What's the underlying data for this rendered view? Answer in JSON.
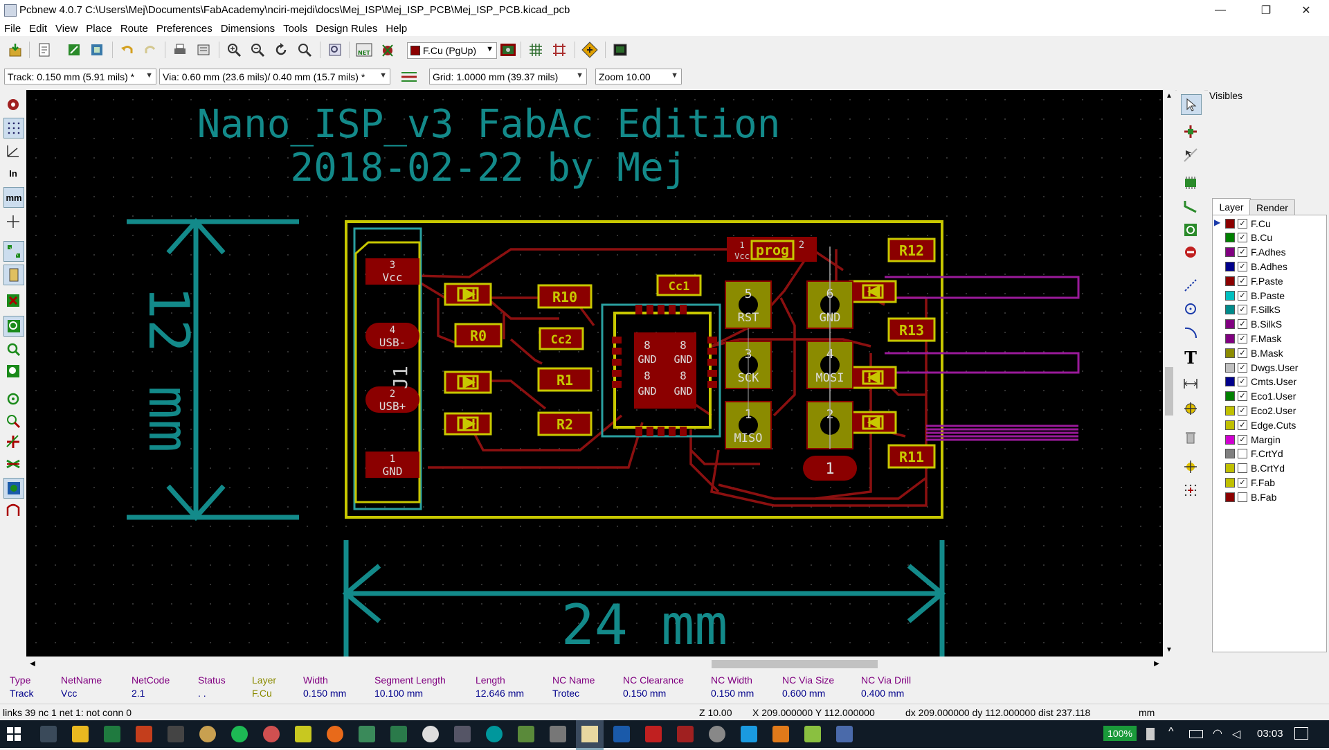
{
  "window": {
    "title": "Pcbnew 4.0.7 C:\\Users\\Mej\\Documents\\FabAcademy\\nciri-mejdi\\docs\\Mej_ISP\\Mej_ISP_PCB\\Mej_ISP_PCB.kicad_pcb",
    "minimize": "—",
    "maximize": "❐",
    "close": "✕"
  },
  "menu": [
    "File",
    "Edit",
    "View",
    "Place",
    "Route",
    "Preferences",
    "Dimensions",
    "Tools",
    "Design Rules",
    "Help"
  ],
  "toolbar": {
    "layer_selector": "F.Cu (PgUp)",
    "layer_color": "#8b0000"
  },
  "options": {
    "track": "Track: 0.150 mm (5.91 mils) *",
    "via": "Via: 0.60 mm (23.6 mils)/ 0.40 mm (15.7 mils) *",
    "grid": "Grid: 1.0000 mm (39.37 mils)",
    "zoom": "Zoom 10.00"
  },
  "left_toolbar": {
    "units_in": "In",
    "units_mm": "mm"
  },
  "board": {
    "title_line1": "Nano_ISP_v3  FabAc Edition",
    "title_line2": "2018-02-22 by Mej",
    "dim_vertical": "12 mm",
    "dim_horizontal": "24 mm",
    "connector": [
      {
        "num": "3",
        "name": "Vcc"
      },
      {
        "num": "4",
        "name": "USB-"
      },
      {
        "num": "2",
        "name": "USB+"
      },
      {
        "num": "1",
        "name": "GND"
      }
    ],
    "connector_ref": "J1",
    "resistors": [
      "R10",
      "R0",
      "R1",
      "R2",
      "Cc2",
      "Cc1",
      "R12",
      "R13",
      "R11"
    ],
    "ic_pins": [
      "8",
      "8",
      "8",
      "8"
    ],
    "ic_nets": [
      "GND",
      "GND",
      "GND",
      "GND"
    ],
    "isp_pads": [
      {
        "num": "5",
        "name": "RST"
      },
      {
        "num": "6",
        "name": "GND"
      },
      {
        "num": "3",
        "name": "SCK"
      },
      {
        "num": "4",
        "name": "MOSI"
      },
      {
        "num": "1",
        "name": "MISO"
      },
      {
        "num": "2",
        "name": ""
      }
    ],
    "jumper": "prog",
    "jumper_pin1": "1",
    "jumper_pin2": "2",
    "jumper_net": "Vcc",
    "bottom_pad": "1"
  },
  "layers_panel": {
    "title": "Visibles",
    "tab_layer": "Layer",
    "tab_render": "Render",
    "layers": [
      {
        "name": "F.Cu",
        "color": "#8b0000",
        "checked": true
      },
      {
        "name": "B.Cu",
        "color": "#008000",
        "checked": true
      },
      {
        "name": "F.Adhes",
        "color": "#800080",
        "checked": true
      },
      {
        "name": "B.Adhes",
        "color": "#00008b",
        "checked": true
      },
      {
        "name": "F.Paste",
        "color": "#8b0000",
        "checked": true
      },
      {
        "name": "B.Paste",
        "color": "#00c0c0",
        "checked": true
      },
      {
        "name": "F.SilkS",
        "color": "#008b8b",
        "checked": true
      },
      {
        "name": "B.SilkS",
        "color": "#800080",
        "checked": true
      },
      {
        "name": "F.Mask",
        "color": "#800080",
        "checked": true
      },
      {
        "name": "B.Mask",
        "color": "#8b8b00",
        "checked": true
      },
      {
        "name": "Dwgs.User",
        "color": "#c0c0c0",
        "checked": true
      },
      {
        "name": "Cmts.User",
        "color": "#00008b",
        "checked": true
      },
      {
        "name": "Eco1.User",
        "color": "#008000",
        "checked": true
      },
      {
        "name": "Eco2.User",
        "color": "#c0c000",
        "checked": true
      },
      {
        "name": "Edge.Cuts",
        "color": "#c0c000",
        "checked": true
      },
      {
        "name": "Margin",
        "color": "#d000d0",
        "checked": true
      },
      {
        "name": "F.CrtYd",
        "color": "#808080",
        "checked": false
      },
      {
        "name": "B.CrtYd",
        "color": "#c0c000",
        "checked": false
      },
      {
        "name": "F.Fab",
        "color": "#c0c000",
        "checked": true
      },
      {
        "name": "B.Fab",
        "color": "#8b0000",
        "checked": false
      }
    ]
  },
  "message_panel": [
    {
      "header": "Type",
      "value": "Track"
    },
    {
      "header": "NetName",
      "value": "Vcc"
    },
    {
      "header": "NetCode",
      "value": "2.1"
    },
    {
      "header": "Status",
      "value": ". ."
    },
    {
      "header": "Layer",
      "value": "F.Cu"
    },
    {
      "header": "Width",
      "value": "0.150 mm"
    },
    {
      "header": "Segment Length",
      "value": "10.100 mm"
    },
    {
      "header": "Length",
      "value": "12.646 mm"
    },
    {
      "header": "NC Name",
      "value": "Trotec"
    },
    {
      "header": "NC Clearance",
      "value": "0.150 mm"
    },
    {
      "header": "NC Width",
      "value": "0.150 mm"
    },
    {
      "header": "NC Via Size",
      "value": "0.600 mm"
    },
    {
      "header": "NC Via Drill",
      "value": "0.400 mm"
    }
  ],
  "status": {
    "links": "links 39 nc 1  net 1: not conn 0",
    "zoom": "Z 10.00",
    "xy": "X 209.000000  Y 112.000000",
    "dxy": "dx 209.000000  dy 112.000000  dist 237.118",
    "units": "mm"
  },
  "taskbar": {
    "battery_percent": "100%",
    "time": "03:03"
  }
}
